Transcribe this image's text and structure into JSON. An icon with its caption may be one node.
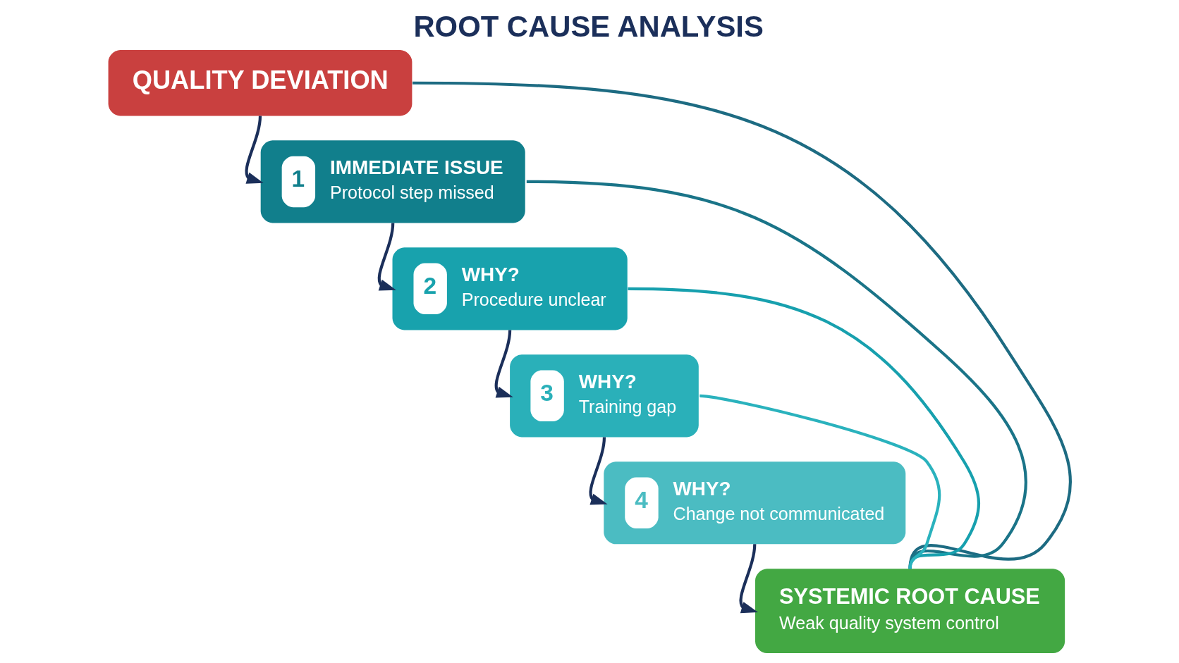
{
  "diagram": {
    "title": "ROOT CAUSE ANALYSIS",
    "nodes": [
      {
        "text": [
          "QUALITY DEVIATION"
        ]
      },
      {
        "text": [
          "1",
          "IMMEDIATE ISSUE",
          "Protocol step missed"
        ]
      },
      {
        "text": [
          "2",
          "WHY?",
          "Procedure unclear"
        ]
      },
      {
        "text": [
          "3",
          "WHY?",
          "Training gap"
        ]
      },
      {
        "text": [
          "4",
          "WHY?",
          "Change not communicated"
        ]
      },
      {
        "text": [
          "SYSTEMIC ROOT CAUSE",
          "Weak quality system control"
        ]
      }
    ],
    "edges": [
      {
        "from": 0,
        "to": 1,
        "arrow": "to"
      },
      {
        "from": 1,
        "to": 2,
        "arrow": "to"
      },
      {
        "from": 2,
        "to": 3,
        "arrow": "to"
      },
      {
        "from": 3,
        "to": 4,
        "arrow": "to"
      },
      {
        "from": 4,
        "to": 5,
        "arrow": "to"
      },
      {
        "from": 0,
        "to": 5,
        "arrow": "none",
        "color": "#1d6b82"
      },
      {
        "from": 1,
        "to": 5,
        "arrow": "none",
        "color": "#1a7488"
      },
      {
        "from": 2,
        "to": 5,
        "arrow": "none",
        "color": "#17a0ae"
      },
      {
        "from": 3,
        "to": 5,
        "arrow": "none",
        "color": "#2ab2bd"
      }
    ]
  }
}
